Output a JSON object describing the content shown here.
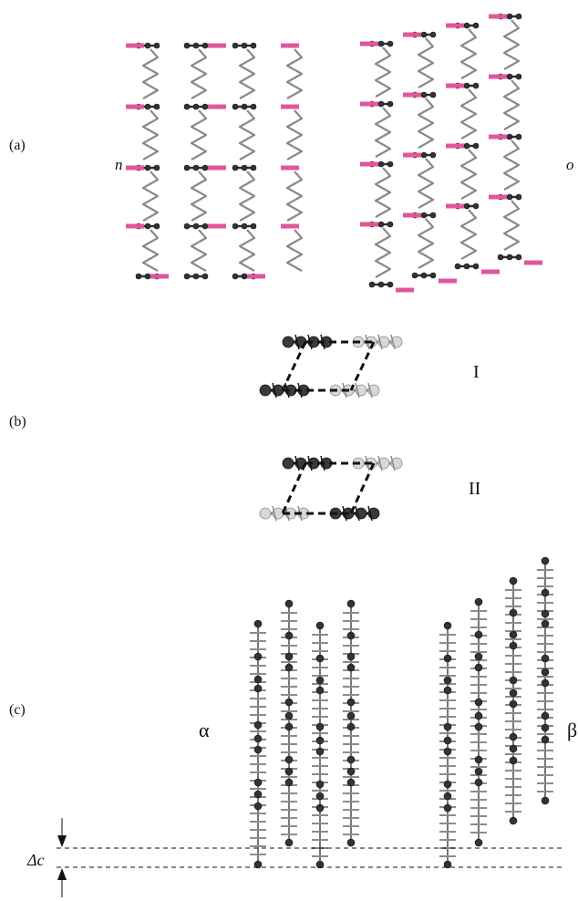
{
  "panels": {
    "a": {
      "label": "(a)",
      "left_label": "n",
      "right_label": "o"
    },
    "b": {
      "label": "(b)",
      "form_1": "I",
      "form_2": "II"
    },
    "c": {
      "label": "(c)",
      "left_label": "α",
      "right_label": "β",
      "offset_label": "Δc"
    }
  },
  "colors": {
    "chain": "#8a8a8a",
    "backbone_atom": "#333333",
    "end_group": "#e0569c",
    "light_atom": "#d0d0d0",
    "dashed": "#111111"
  }
}
